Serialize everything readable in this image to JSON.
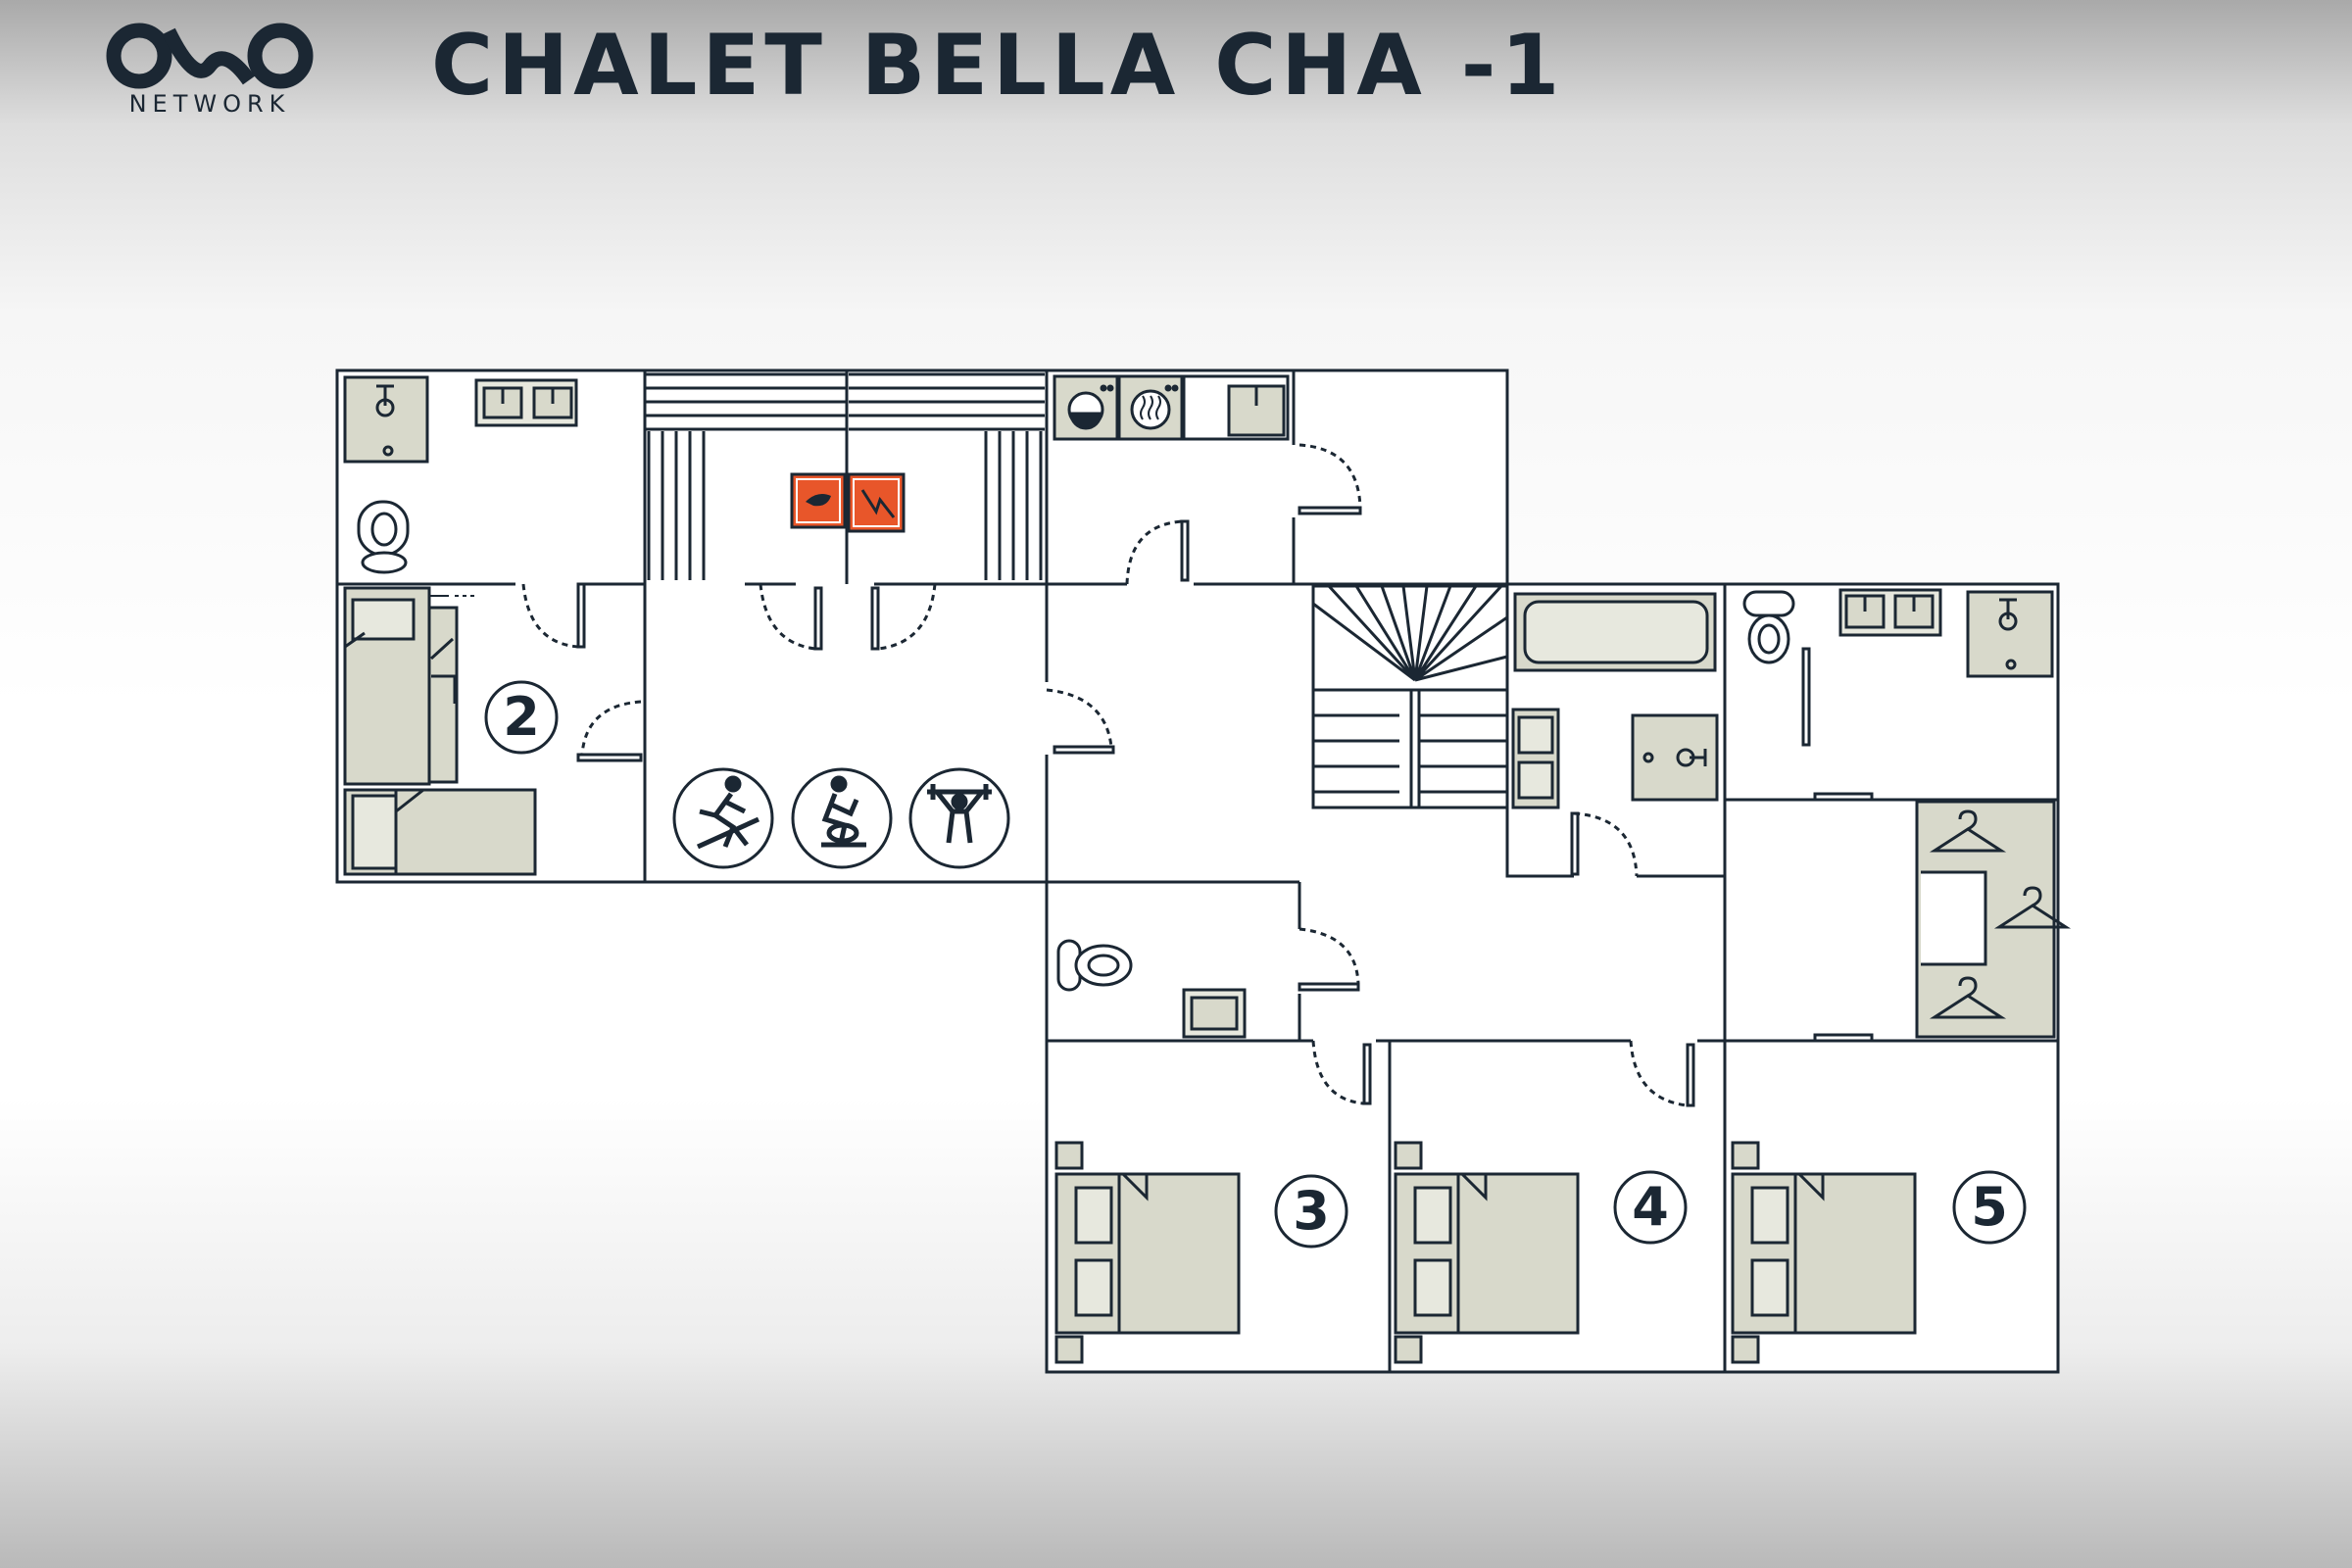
{
  "header": {
    "brand": "NETWORK",
    "title": "CHALET BELLA CHA -1"
  },
  "floorplan": {
    "rooms": [
      {
        "number": "2"
      },
      {
        "number": "3"
      },
      {
        "number": "4"
      },
      {
        "number": "5"
      }
    ],
    "icons": [
      "logo-mark",
      "treadmill-icon",
      "exercise-bike-icon",
      "weightlifting-icon",
      "sauna-heater-icon",
      "washing-machine-icon",
      "dryer-icon",
      "hanger-icon"
    ]
  },
  "colors": {
    "wall": "#1b2733",
    "fixture_fill": "#d8d9cb",
    "sauna_accent": "#e8562a",
    "text": "#1b2733"
  }
}
